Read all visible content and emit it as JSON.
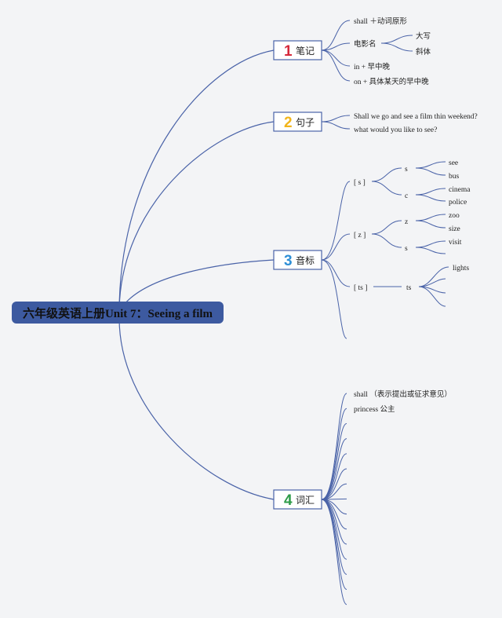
{
  "root": {
    "title": "六年级英语上册Unit 7：Seeing a film"
  },
  "colors": {
    "line": "#4a63a8",
    "root": "#3d5aa0",
    "n1": "#d6283a",
    "n2": "#f2b51b",
    "n3": "#2e8fd6",
    "n4": "#2e9b48"
  },
  "branches": [
    {
      "num": "1",
      "label": "笔记",
      "items": [
        {
          "text": "shall ＋动词原形"
        },
        {
          "text": "电影名",
          "children": [
            "大写",
            "斜体"
          ]
        },
        {
          "text": "in + 早中晚"
        },
        {
          "text": "on + 具体某天的早中晚"
        }
      ]
    },
    {
      "num": "2",
      "label": "句子",
      "items": [
        {
          "text": "Shall we go and see a film thin weekend?"
        },
        {
          "text": "what would you like to see?"
        }
      ]
    },
    {
      "num": "3",
      "label": "音标",
      "items": [
        {
          "text": "[ s ]",
          "children": [
            {
              "text": "s",
              "words": [
                "see",
                "bus"
              ]
            },
            {
              "text": "c",
              "words": [
                "cinema",
                "police"
              ]
            }
          ]
        },
        {
          "text": "[ z ]",
          "children": [
            {
              "text": "z",
              "words": [
                "zoo",
                "size"
              ]
            },
            {
              "text": "s",
              "words": [
                "visit",
                ""
              ]
            }
          ]
        },
        {
          "text": "[ ts ]",
          "children": [
            {
              "text": "ts",
              "words": [
                "lights",
                "",
                "",
                ""
              ]
            }
          ]
        },
        {
          "text": ""
        }
      ]
    },
    {
      "num": "4",
      "label": "词汇",
      "items": [
        "shall （表示提出或征求意见）",
        "princess 公主",
        "",
        "",
        "",
        "",
        "",
        "",
        "",
        "",
        "",
        "",
        "",
        "",
        ""
      ]
    }
  ]
}
